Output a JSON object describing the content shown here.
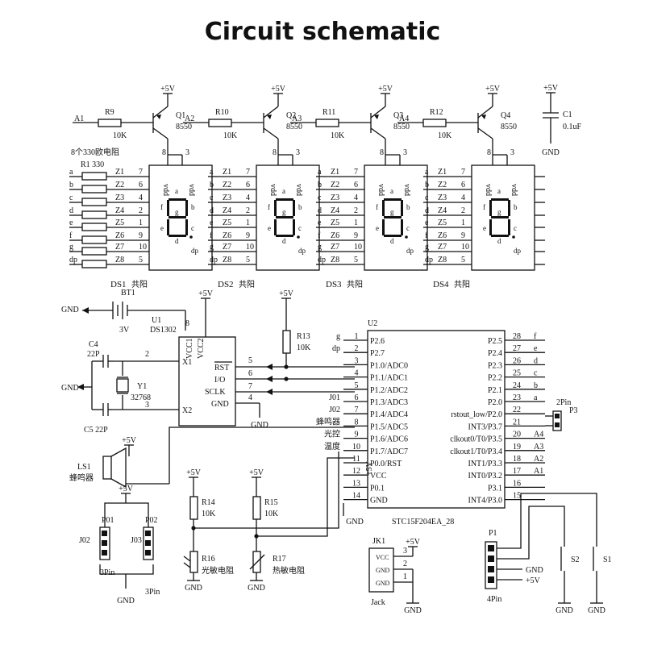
{
  "title": "Circuit schematic",
  "power": {
    "vcc": "+5V",
    "gnd": "GND"
  },
  "drivers": [
    {
      "input": "A1",
      "resistor": "R9",
      "value": "10K",
      "transistor": "Q1",
      "part": "8550"
    },
    {
      "input": "A2",
      "resistor": "R10",
      "value": "10K",
      "transistor": "Q2",
      "part": "8550"
    },
    {
      "input": "A3",
      "resistor": "R11",
      "value": "10K",
      "transistor": "Q3",
      "part": "8550"
    },
    {
      "input": "A4",
      "resistor": "R12",
      "value": "10K",
      "transistor": "Q4",
      "part": "8550"
    }
  ],
  "transistor_pins": {
    "p8": "8",
    "p3": "3"
  },
  "cap_c1": {
    "name": "C1",
    "value": "0.1uF"
  },
  "res_network": {
    "label": "8个330欧电阻",
    "name": "R1",
    "value": "330"
  },
  "seg_inputs": [
    "a",
    "b",
    "c",
    "d",
    "e",
    "f",
    "g",
    "dp"
  ],
  "display_pins": [
    {
      "name": "Z1",
      "pin": "7"
    },
    {
      "name": "Z2",
      "pin": "6"
    },
    {
      "name": "Z3",
      "pin": "4"
    },
    {
      "name": "Z4",
      "pin": "2"
    },
    {
      "name": "Z5",
      "pin": "1"
    },
    {
      "name": "Z6",
      "pin": "9"
    },
    {
      "name": "Z7",
      "pin": "10"
    },
    {
      "name": "Z8",
      "pin": "5"
    }
  ],
  "seg_outputs": [
    "a",
    "b",
    "c",
    "d",
    "e",
    "f",
    "g",
    "dp"
  ],
  "vdd": "vdd",
  "seg_letters": {
    "a": "a",
    "b": "b",
    "c": "c",
    "d": "d",
    "e": "e",
    "f": "f",
    "g": "g",
    "dp": "dp"
  },
  "displays": [
    {
      "name": "DS1",
      "kind": "共阳"
    },
    {
      "name": "DS2",
      "kind": "共阳"
    },
    {
      "name": "DS3",
      "kind": "共阳"
    },
    {
      "name": "DS4",
      "kind": "共阳"
    }
  ],
  "battery": {
    "name": "BT1",
    "value": "3V"
  },
  "rtc": {
    "ref": "U1",
    "part": "DS1302",
    "pin8": "8",
    "pins": {
      "x1": "X1",
      "x2": "X2",
      "vcc1": "VCC1",
      "vcc2": "VCC2",
      "rst": "RST",
      "io": "I/O",
      "sclk": "SCLK",
      "gnd": "GND"
    },
    "pin_nums": {
      "p2": "2",
      "p3": "3",
      "p5": "5",
      "p6": "6",
      "p7": "7",
      "p4": "4"
    }
  },
  "c4": {
    "name": "C4",
    "value": "22P"
  },
  "c5": {
    "name": "C5",
    "value": "22P"
  },
  "crystal": {
    "name": "Y1",
    "value": "32768"
  },
  "r13": {
    "name": "R13",
    "value": "10K"
  },
  "mcu": {
    "ref": "U2",
    "part": "STC15F204EA_28",
    "left_pins": [
      {
        "num": "1",
        "name": "P2.6",
        "net": "g"
      },
      {
        "num": "2",
        "name": "P2.7",
        "net": "dp"
      },
      {
        "num": "3",
        "name": "P1.0/ADC0",
        "net": ""
      },
      {
        "num": "4",
        "name": "P1.1/ADC1",
        "net": ""
      },
      {
        "num": "5",
        "name": "P1.2/ADC2",
        "net": ""
      },
      {
        "num": "6",
        "name": "P1.3/ADC3",
        "net": "J01"
      },
      {
        "num": "7",
        "name": "P1.4/ADC4",
        "net": "J02"
      },
      {
        "num": "8",
        "name": "P1.5/ADC5",
        "net": "蜂鸣器"
      },
      {
        "num": "9",
        "name": "P1.6/ADC6",
        "net": "光控"
      },
      {
        "num": "10",
        "name": "P1.7/ADC7",
        "net": "温度"
      },
      {
        "num": "11",
        "name": "P0.0/RST",
        "net": ""
      },
      {
        "num": "12",
        "name": "VCC",
        "net": ""
      },
      {
        "num": "13",
        "name": "P0.1",
        "net": ""
      },
      {
        "num": "14",
        "name": "GND",
        "net": ""
      }
    ],
    "right_pins": [
      {
        "num": "28",
        "name": "P2.5",
        "net": "f"
      },
      {
        "num": "27",
        "name": "P2.4",
        "net": "e"
      },
      {
        "num": "26",
        "name": "P2.3",
        "net": "d"
      },
      {
        "num": "25",
        "name": "P2.2",
        "net": "c"
      },
      {
        "num": "24",
        "name": "P2.1",
        "net": "b"
      },
      {
        "num": "23",
        "name": "P2.0",
        "net": "a"
      },
      {
        "num": "22",
        "name": "rstout_low/P2.0",
        "net": ""
      },
      {
        "num": "21",
        "name": "INT3/P3.7",
        "net": ""
      },
      {
        "num": "20",
        "name": "clkout0/T0/P3.5",
        "net": "A4"
      },
      {
        "num": "19",
        "name": "clkout1/T0/P3.4",
        "net": "A3"
      },
      {
        "num": "18",
        "name": "INT1/P3.3",
        "net": "A2"
      },
      {
        "num": "17",
        "name": "INT0/P3.2",
        "net": "A1"
      },
      {
        "num": "16",
        "name": "P3.1",
        "net": ""
      },
      {
        "num": "15",
        "name": "INT4/P3.0",
        "net": ""
      }
    ],
    "extra_left": [
      "P1.4/ADC4",
      "P1.5/ADC5"
    ]
  },
  "p3": {
    "name": "P3",
    "type": "2Pin"
  },
  "buzzer": {
    "name": "LS1",
    "label": "蜂鸣器"
  },
  "r14": {
    "name": "R14",
    "value": "10K"
  },
  "r15": {
    "name": "R15",
    "value": "10K"
  },
  "r16": {
    "name": "R16",
    "label": "光敏电阻"
  },
  "r17": {
    "name": "R17",
    "label": "热敏电阻"
  },
  "headers": {
    "p01": "P01",
    "p02": "P02",
    "j02": "J02",
    "j03": "J03",
    "type": "3Pin"
  },
  "jack": {
    "name": "JK1",
    "pin_vcc": "VCC",
    "pin_gnd": "GND",
    "type": "Jack",
    "n1": "1",
    "n2": "2",
    "n3": "3"
  },
  "p1": {
    "name": "P1",
    "type": "4Pin"
  },
  "switches": {
    "s1": "S1",
    "s2": "S2"
  }
}
